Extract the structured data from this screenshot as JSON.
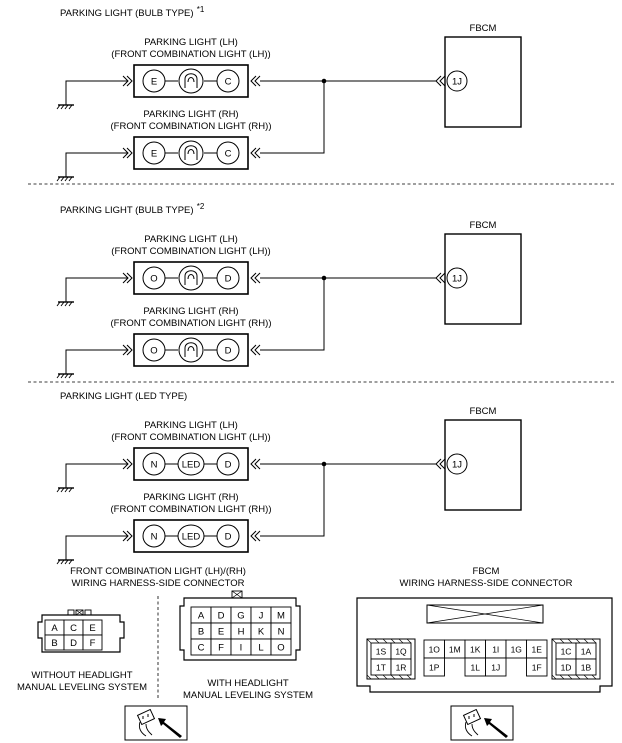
{
  "sections": [
    {
      "title": "PARKING LIGHT (BULB TYPE)",
      "title_note": "*1",
      "ecu_label": "FBCM",
      "ecu_pin": "1J",
      "lh_label_1": "PARKING LIGHT (LH)",
      "lh_label_2": "(FRONT COMBINATION LIGHT (LH))",
      "rh_label_1": "PARKING LIGHT (RH)",
      "rh_label_2": "(FRONT COMBINATION LIGHT (RH))",
      "lh_pins": [
        "E",
        "C"
      ],
      "rh_pins": [
        "E",
        "C"
      ],
      "element": "bulb"
    },
    {
      "title": "PARKING LIGHT (BULB TYPE)",
      "title_note": "*2",
      "ecu_label": "FBCM",
      "ecu_pin": "1J",
      "lh_label_1": "PARKING LIGHT (LH)",
      "lh_label_2": "(FRONT COMBINATION LIGHT (LH))",
      "rh_label_1": "PARKING LIGHT (RH)",
      "rh_label_2": "(FRONT COMBINATION LIGHT (RH))",
      "lh_pins": [
        "O",
        "D"
      ],
      "rh_pins": [
        "O",
        "D"
      ],
      "element": "bulb"
    },
    {
      "title": "PARKING LIGHT (LED TYPE)",
      "title_note": "",
      "ecu_label": "FBCM",
      "ecu_pin": "1J",
      "lh_label_1": "PARKING LIGHT (LH)",
      "lh_label_2": "(FRONT COMBINATION LIGHT (LH))",
      "rh_label_1": "PARKING LIGHT (RH)",
      "rh_label_2": "(FRONT COMBINATION LIGHT (RH))",
      "lh_pins": [
        "N",
        "D"
      ],
      "rh_pins": [
        "N",
        "D"
      ],
      "element": "LED"
    }
  ],
  "connectors": {
    "front_title_1": "FRONT COMBINATION LIGHT (LH)/(RH)",
    "front_title_2": "WIRING HARNESS-SIDE CONNECTOR",
    "without_caption_1": "WITHOUT HEADLIGHT",
    "without_caption_2": "MANUAL LEVELING SYSTEM",
    "with_caption_1": "WITH HEADLIGHT",
    "with_caption_2": "MANUAL LEVELING SYSTEM",
    "without_pins": [
      [
        "A",
        "C",
        "E"
      ],
      [
        "B",
        "D",
        "F"
      ]
    ],
    "with_pins": [
      [
        "A",
        "D",
        "G",
        "J",
        "M"
      ],
      [
        "B",
        "E",
        "H",
        "K",
        "N"
      ],
      [
        "C",
        "F",
        "I",
        "L",
        "O"
      ]
    ],
    "fbcm_title_1": "FBCM",
    "fbcm_title_2": "WIRING HARNESS-SIDE CONNECTOR",
    "fbcm_left_block": [
      [
        "1S",
        "1Q"
      ],
      [
        "1T",
        "1R"
      ]
    ],
    "fbcm_middle_top": [
      "1O",
      "1M",
      "1K",
      "1I",
      "1G",
      "1E"
    ],
    "fbcm_middle_bottom": [
      "1P",
      "",
      "1L",
      "1J",
      "",
      "1F"
    ],
    "fbcm_right_block": [
      [
        "1C",
        "1A"
      ],
      [
        "1D",
        "1B"
      ]
    ]
  }
}
